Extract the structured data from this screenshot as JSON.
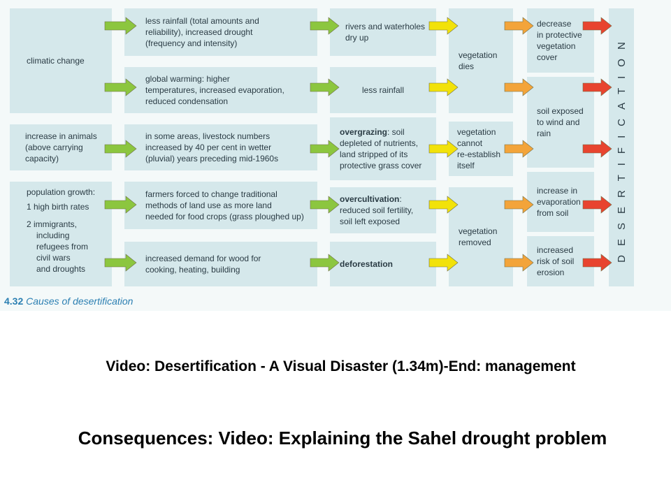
{
  "diagram": {
    "caption_number": "4.32",
    "caption_text": "Causes of desertification",
    "vertical_label": "DESERTIFICATION",
    "arrow_colors": {
      "green": "#8cc63f",
      "yellow": "#f2e20a",
      "orange": "#f3a43a",
      "red": "#e8442f"
    },
    "boxes": {
      "climatic": "climatic change",
      "animals": [
        "increase in animals",
        "(above carrying",
        "capacity)"
      ],
      "population_title": "population growth:",
      "population_1": "1  high birth rates",
      "population_2": [
        "2  immigrants,",
        "including",
        "refugees from",
        "civil wars",
        "and droughts"
      ],
      "rainfall": [
        "less rainfall (total amounts and",
        "reliability), increased drought",
        "(frequency and intensity)"
      ],
      "warming": [
        "global warming: higher",
        "temperatures, increased evaporation,",
        "reduced condensation"
      ],
      "livestock": [
        "in some areas, livestock numbers",
        "increased by 40 per cent in wetter",
        "(pluvial) years preceding mid-1960s"
      ],
      "farmers": [
        "farmers forced to change traditional",
        "methods of land use as more land",
        "needed for food crops (grass ploughed up)"
      ],
      "wood": [
        "increased demand for wood for",
        "cooking, heating, building"
      ],
      "rivers": [
        "rivers and waterholes",
        "dry up"
      ],
      "less_rainfall": "less rainfall",
      "overgrazing_bold": "overgrazing",
      "overgrazing_rest": [
        ": soil",
        "depleted of nutrients,",
        "land stripped of its",
        "protective grass cover"
      ],
      "overcultivation_bold": "overcultivation",
      "overcultivation_rest": [
        ":",
        "reduced soil fertility,",
        "soil left exposed"
      ],
      "deforestation": "deforestation",
      "veg_dies": [
        "vegetation",
        "dies"
      ],
      "veg_cannot": [
        "vegetation",
        "cannot",
        "re-establish",
        "itself"
      ],
      "veg_removed": [
        "vegetation",
        "removed"
      ],
      "decrease": [
        "decrease",
        "in protective",
        "vegetation",
        "cover"
      ],
      "soil_exposed": [
        "soil exposed",
        "to wind and",
        "rain"
      ],
      "evaporation": [
        "increase in",
        "evaporation",
        "from soil"
      ],
      "erosion": [
        "increased",
        "risk of soil",
        "erosion"
      ]
    }
  },
  "video1": "Video: Desertification - A Visual Disaster (1.34m)-End: management",
  "video2": "Consequences: Video: Explaining the Sahel drought problem"
}
